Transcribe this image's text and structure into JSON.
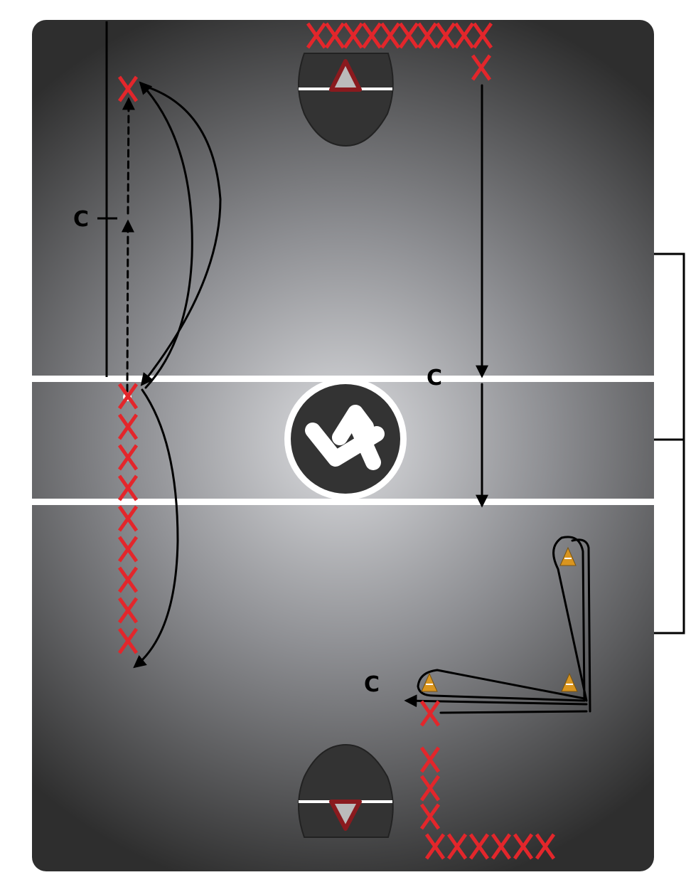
{
  "diagram": {
    "type": "lacrosse drill field diagram",
    "coach_labels": [
      "C",
      "C",
      "C"
    ],
    "colors": {
      "player_marker": "#e3262b",
      "field_dark": "#2e2e2e",
      "field_light": "#d8d9db",
      "crease": "#333333",
      "goal": "#8a1a1e",
      "cone": "#d9951f",
      "lines": "#ffffff"
    },
    "icons": [
      "logo-icon",
      "goal-icon",
      "cone-icon",
      "player-x-icon"
    ]
  }
}
